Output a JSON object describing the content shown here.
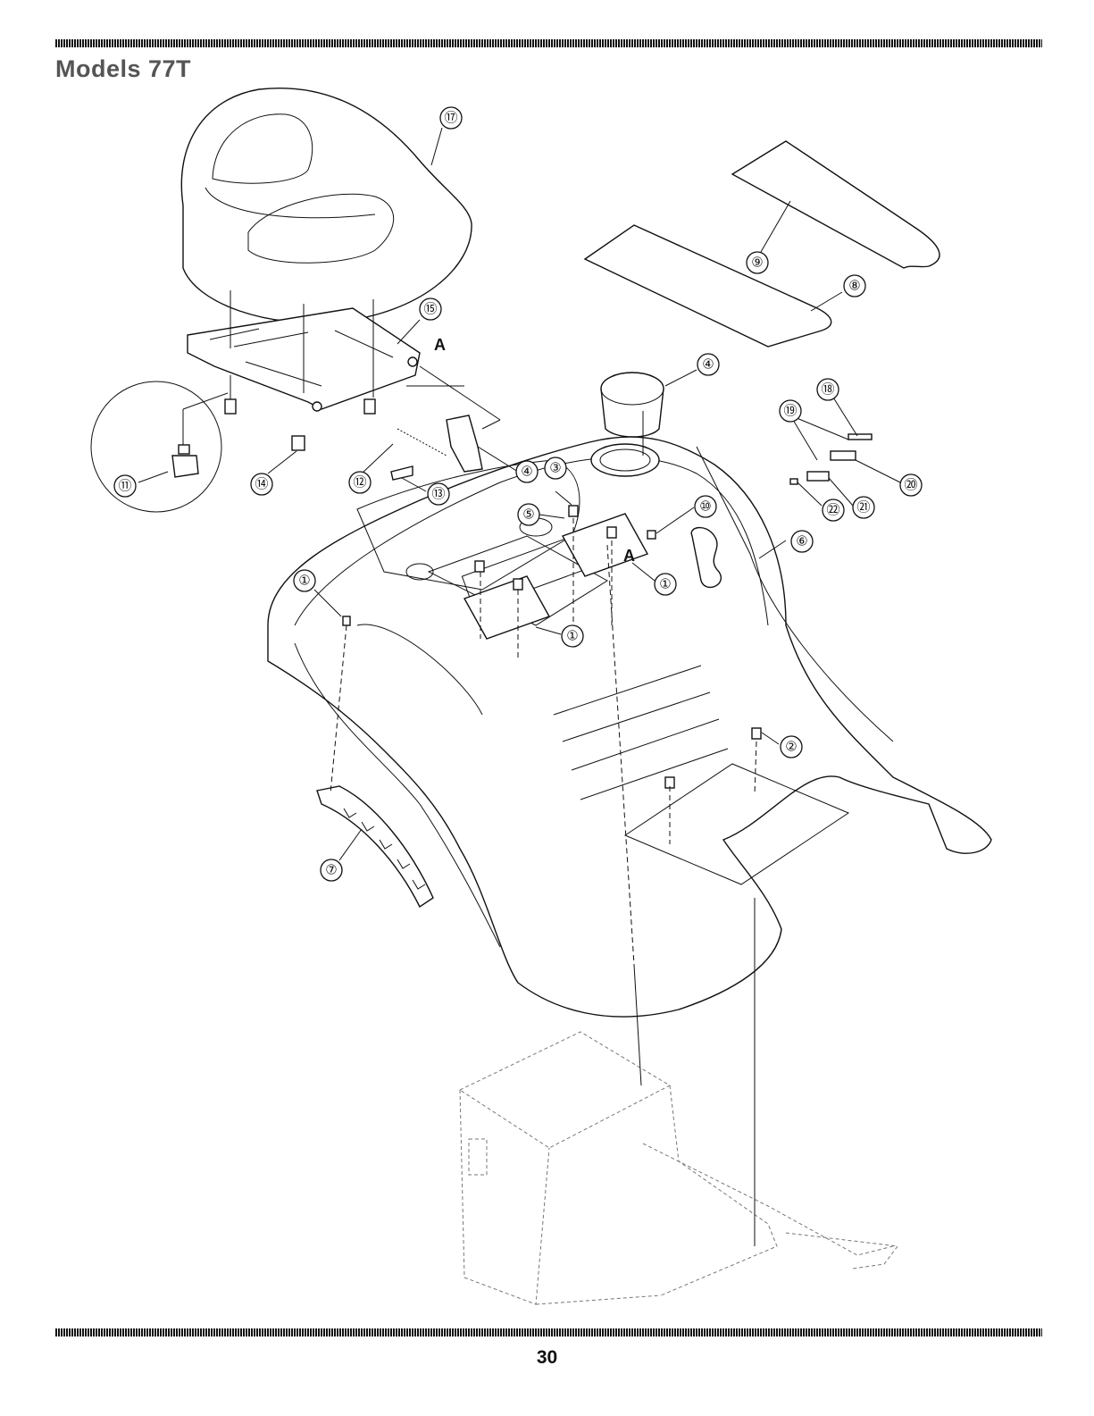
{
  "header": {
    "title": "Models 77T"
  },
  "footer": {
    "page_number": "30"
  },
  "callouts": [
    {
      "id": "c17",
      "label": "⑰"
    },
    {
      "id": "c15",
      "label": "⑮"
    },
    {
      "id": "c9",
      "label": "⑨"
    },
    {
      "id": "c8",
      "label": "⑧"
    },
    {
      "id": "c4a",
      "label": "④"
    },
    {
      "id": "c18",
      "label": "⑱"
    },
    {
      "id": "c19",
      "label": "⑲"
    },
    {
      "id": "c20",
      "label": "⑳"
    },
    {
      "id": "c21",
      "label": "㉑"
    },
    {
      "id": "c22",
      "label": "㉒"
    },
    {
      "id": "c11",
      "label": "⑪"
    },
    {
      "id": "c14",
      "label": "⑭"
    },
    {
      "id": "c12",
      "label": "⑫"
    },
    {
      "id": "c13",
      "label": "⑬"
    },
    {
      "id": "c4b",
      "label": "④"
    },
    {
      "id": "c3",
      "label": "③"
    },
    {
      "id": "c5",
      "label": "⑤"
    },
    {
      "id": "c10",
      "label": "⑩"
    },
    {
      "id": "c6",
      "label": "⑥"
    },
    {
      "id": "c1a",
      "label": "①"
    },
    {
      "id": "c1b",
      "label": "①"
    },
    {
      "id": "c1c",
      "label": "①"
    },
    {
      "id": "c2",
      "label": "②"
    },
    {
      "id": "c7",
      "label": "⑦"
    }
  ],
  "reference_letters": [
    {
      "id": "refA1",
      "label": "A"
    },
    {
      "id": "refA2",
      "label": "A"
    }
  ]
}
